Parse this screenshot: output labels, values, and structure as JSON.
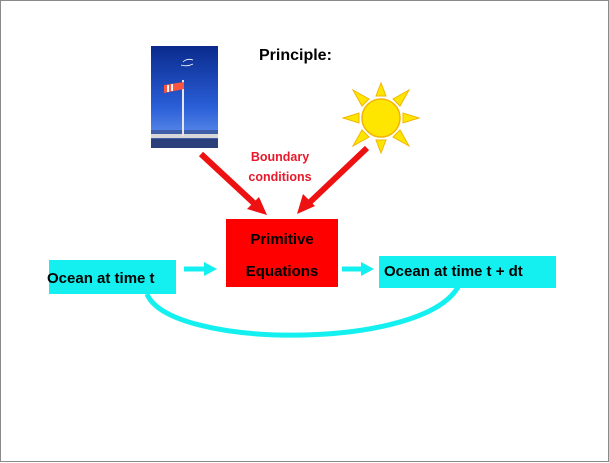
{
  "title": "Principle:",
  "boundary_label": [
    "Boundary",
    "conditions"
  ],
  "primitive_label": [
    "Primitive",
    "Equations"
  ],
  "ocean_t_label": "Ocean at time t",
  "ocean_dt_label": "Ocean at time t + dt",
  "icons": [
    "windsock-photo",
    "sun-icon"
  ],
  "colors": {
    "accent_red": "#ff0000",
    "label_red": "#e8192a",
    "cyan": "#14f0f0",
    "sun_yellow": "#ffe600"
  }
}
